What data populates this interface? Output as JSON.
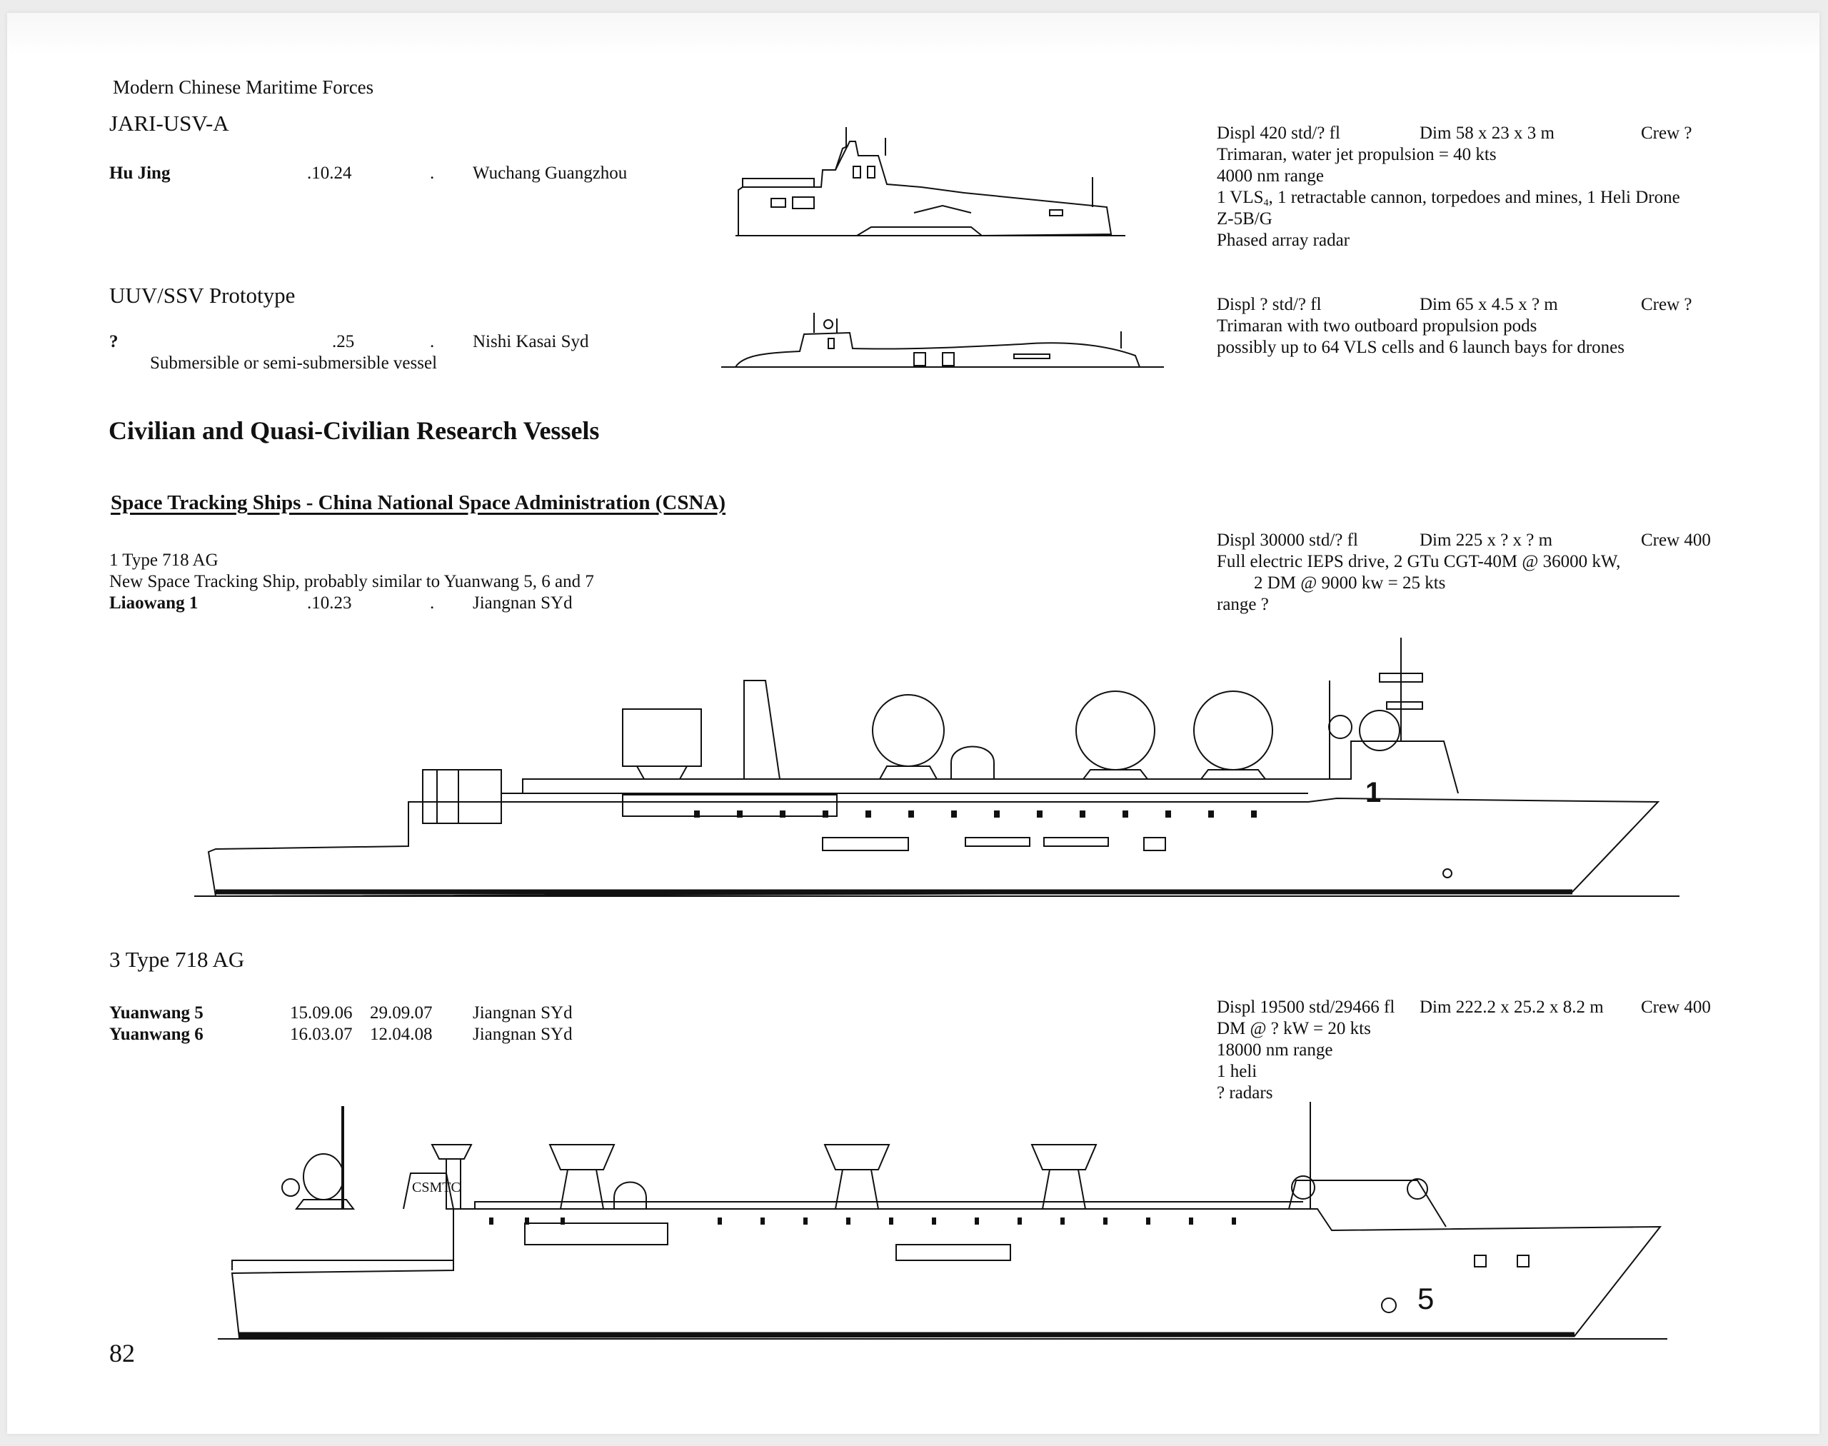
{
  "page": {
    "running_header": "Modern Chinese Maritime Forces",
    "page_number": "82",
    "colors": {
      "background": "#ececec",
      "paper": "#ffffff",
      "ink": "#111111"
    }
  },
  "entries": [
    {
      "class_name": "JARI-USV-A",
      "ships": [
        {
          "name": "Hu Jing",
          "laid_down": "",
          "launched": ".10.24",
          "commissioned": ".",
          "builder": "Wuchang Guangzhou"
        }
      ],
      "specs": {
        "displ": "Displ 420 std/? fl",
        "dim": "Dim 58 x 23 x 3 m",
        "crew": "Crew ?",
        "lines": [
          "Trimaran, water jet propulsion = 40 kts",
          "4000 nm range"
        ],
        "armament_prefix": "1 VLS",
        "armament_sub": "4",
        "armament_suffix": ", 1 retractable cannon, torpedoes and mines, 1 Heli Drone",
        "lines_after": [
          "Z-5B/G",
          "Phased array radar"
        ]
      },
      "drawing": "jari-usv-a-profile"
    },
    {
      "class_name": "UUV/SSV Prototype",
      "ships": [
        {
          "name": "?",
          "launched": ".25",
          "commissioned": ".",
          "builder": "Nishi Kasai Syd"
        }
      ],
      "note": "Submersible or semi-submersible vessel",
      "specs": {
        "displ": "Displ ? std/? fl",
        "dim": "Dim 65 x 4.5 x ? m",
        "crew": "Crew ?",
        "lines": [
          "Trimaran with two outboard propulsion pods",
          "possibly up to 64 VLS cells and 6 launch bays for drones"
        ]
      },
      "drawing": "uuv-ssv-profile"
    }
  ],
  "section": {
    "title": "Civilian and Quasi-Civilian Research Vessels",
    "subtitle": "Space Tracking Ships - China National Space Administration (CSNA)"
  },
  "tracking_ships": [
    {
      "class_name": "1 Type 718 AG",
      "description": "New Space Tracking Ship, probably similar to Yuanwang 5, 6 and 7",
      "ships": [
        {
          "name": "Liaowang 1",
          "launched": ".10.23",
          "commissioned": ".",
          "builder": "Jiangnan SYd"
        }
      ],
      "specs": {
        "displ": "Displ 30000 std/? fl",
        "dim": "Dim 225 x ? x ? m",
        "crew": "Crew 400",
        "lines": [
          "Full electric IEPS drive, 2 GTu CGT-40M @ 36000 kW,",
          "2 DM @ 9000 kw = 25 kts",
          "range ?"
        ]
      },
      "drawing": "liaowang-1-profile",
      "hull_marking": "1"
    },
    {
      "class_name": "3 Type 718 AG",
      "ships": [
        {
          "name": "Yuanwang 5",
          "laid_down": "15.09.06",
          "launched": "29.09.07",
          "builder": "Jiangnan SYd"
        },
        {
          "name": "Yuanwang 6",
          "laid_down": "16.03.07",
          "launched": "12.04.08",
          "builder": "Jiangnan SYd"
        }
      ],
      "specs": {
        "displ": "Displ 19500 std/29466 fl",
        "dim": "Dim 222.2 x 25.2 x 8.2 m",
        "crew": "Crew 400",
        "lines": [
          "DM @ ? kW = 20 kts",
          "18000 nm range",
          "1 heli",
          "? radars"
        ]
      },
      "drawing": "yuanwang-5-profile",
      "hull_marking": "5",
      "funnel_marking": "CSMTC"
    }
  ]
}
